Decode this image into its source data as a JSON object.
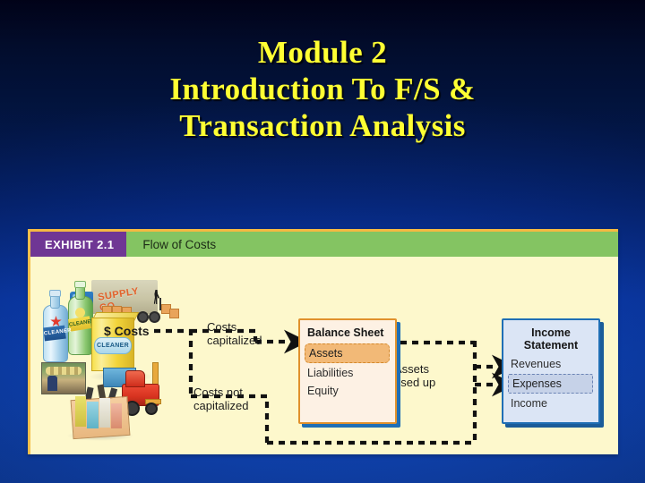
{
  "slide": {
    "title_lines": [
      "Module 2",
      "Introduction To F/S &",
      "Transaction Analysis"
    ],
    "background_top_color": "#01031f",
    "background_bottom_color": "#0e3ea2",
    "title_color": "#ffff33"
  },
  "exhibit": {
    "tag": "EXHIBIT 2.1",
    "caption": "Flow of Costs",
    "tag_bg_color": "#6f3694",
    "caption_bg_color": "#84c462",
    "panel_bg_color": "#fdf8cc",
    "panel_border_color": "#f5b942"
  },
  "illustration": {
    "truck_label": "SUPPLY CO",
    "bottle_blue_label": "CLEANER",
    "bottle_green_label": "CLEANER",
    "box_label": "CLEANER",
    "costs_label": "$ Costs"
  },
  "flow": {
    "labels": {
      "capitalized": "Costs",
      "capitalized2": "capitalized",
      "not_capitalized": "Costs not",
      "not_capitalized2": "capitalized",
      "assets_used_up": "Assets",
      "assets_used_up2": "used up"
    }
  },
  "balance_sheet": {
    "title": "Balance Sheet",
    "items": [
      {
        "label": "Assets",
        "highlighted": true,
        "highlight_color": "#f2b977"
      },
      {
        "label": "Liabilities",
        "highlighted": false
      },
      {
        "label": "Equity",
        "highlighted": false
      }
    ],
    "border_color": "#e0912c",
    "bg_color": "#fdf1e4"
  },
  "income_statement": {
    "title_line1": "Income",
    "title_line2": "Statement",
    "items": [
      {
        "label": "Revenues",
        "highlighted": false
      },
      {
        "label": "Expenses",
        "highlighted": true,
        "highlight_color": "#c6d2e8"
      },
      {
        "label": "Income",
        "highlighted": false
      }
    ],
    "border_color": "#1f6fb5",
    "bg_color": "#dbe5f5"
  }
}
